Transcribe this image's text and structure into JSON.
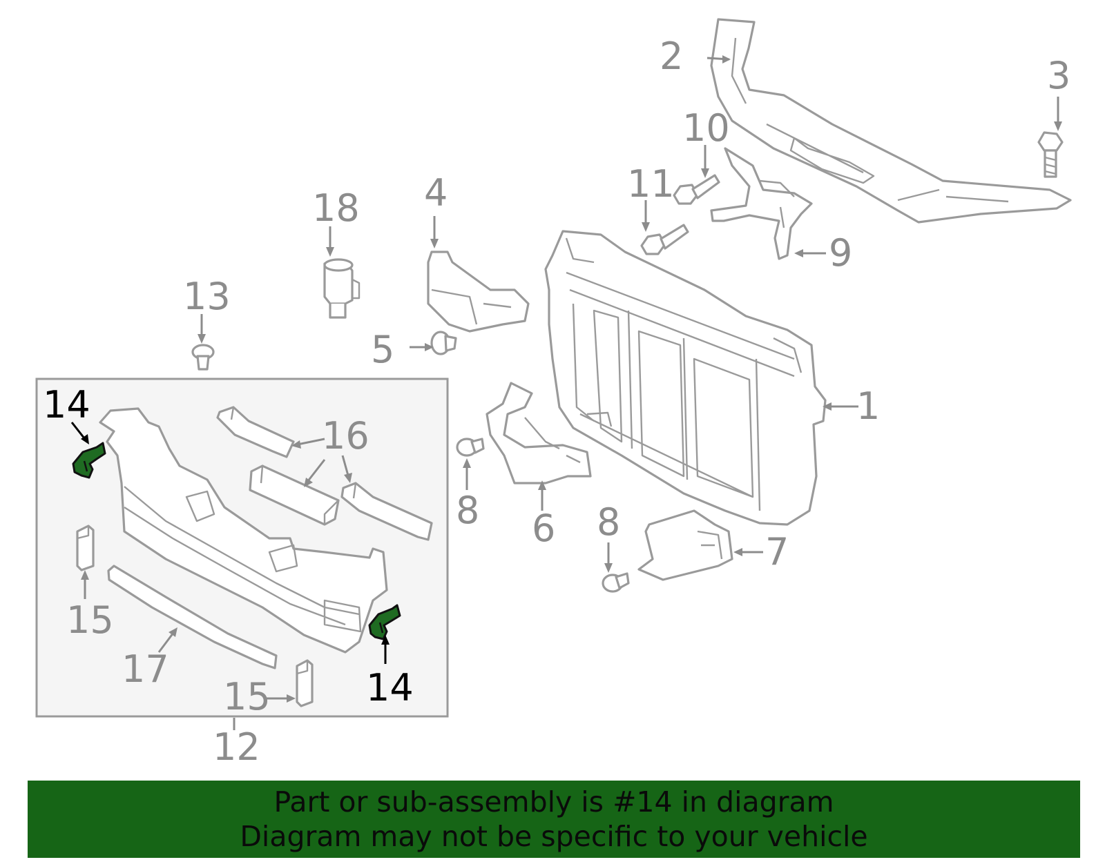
{
  "callouts": {
    "c1": "1",
    "c2": "2",
    "c3": "3",
    "c4": "4",
    "c5": "5",
    "c6": "6",
    "c7": "7",
    "c8a": "8",
    "c8b": "8",
    "c9": "9",
    "c10": "10",
    "c11": "11",
    "c12": "12",
    "c13": "13",
    "c14a": "14",
    "c14b": "14",
    "c15a": "15",
    "c15b": "15",
    "c16": "16",
    "c17": "17",
    "c18": "18"
  },
  "highlight": {
    "part_number": "14",
    "color": "#1f6b22"
  },
  "banner": {
    "line1": "Part or sub-assembly is #14 in diagram",
    "line2": "Diagram may not be specific to your vehicle",
    "background": "#166516"
  },
  "colors": {
    "line": "#9a9a9a",
    "label": "#8c8c8c",
    "inset_bg": "#f5f5f5"
  }
}
